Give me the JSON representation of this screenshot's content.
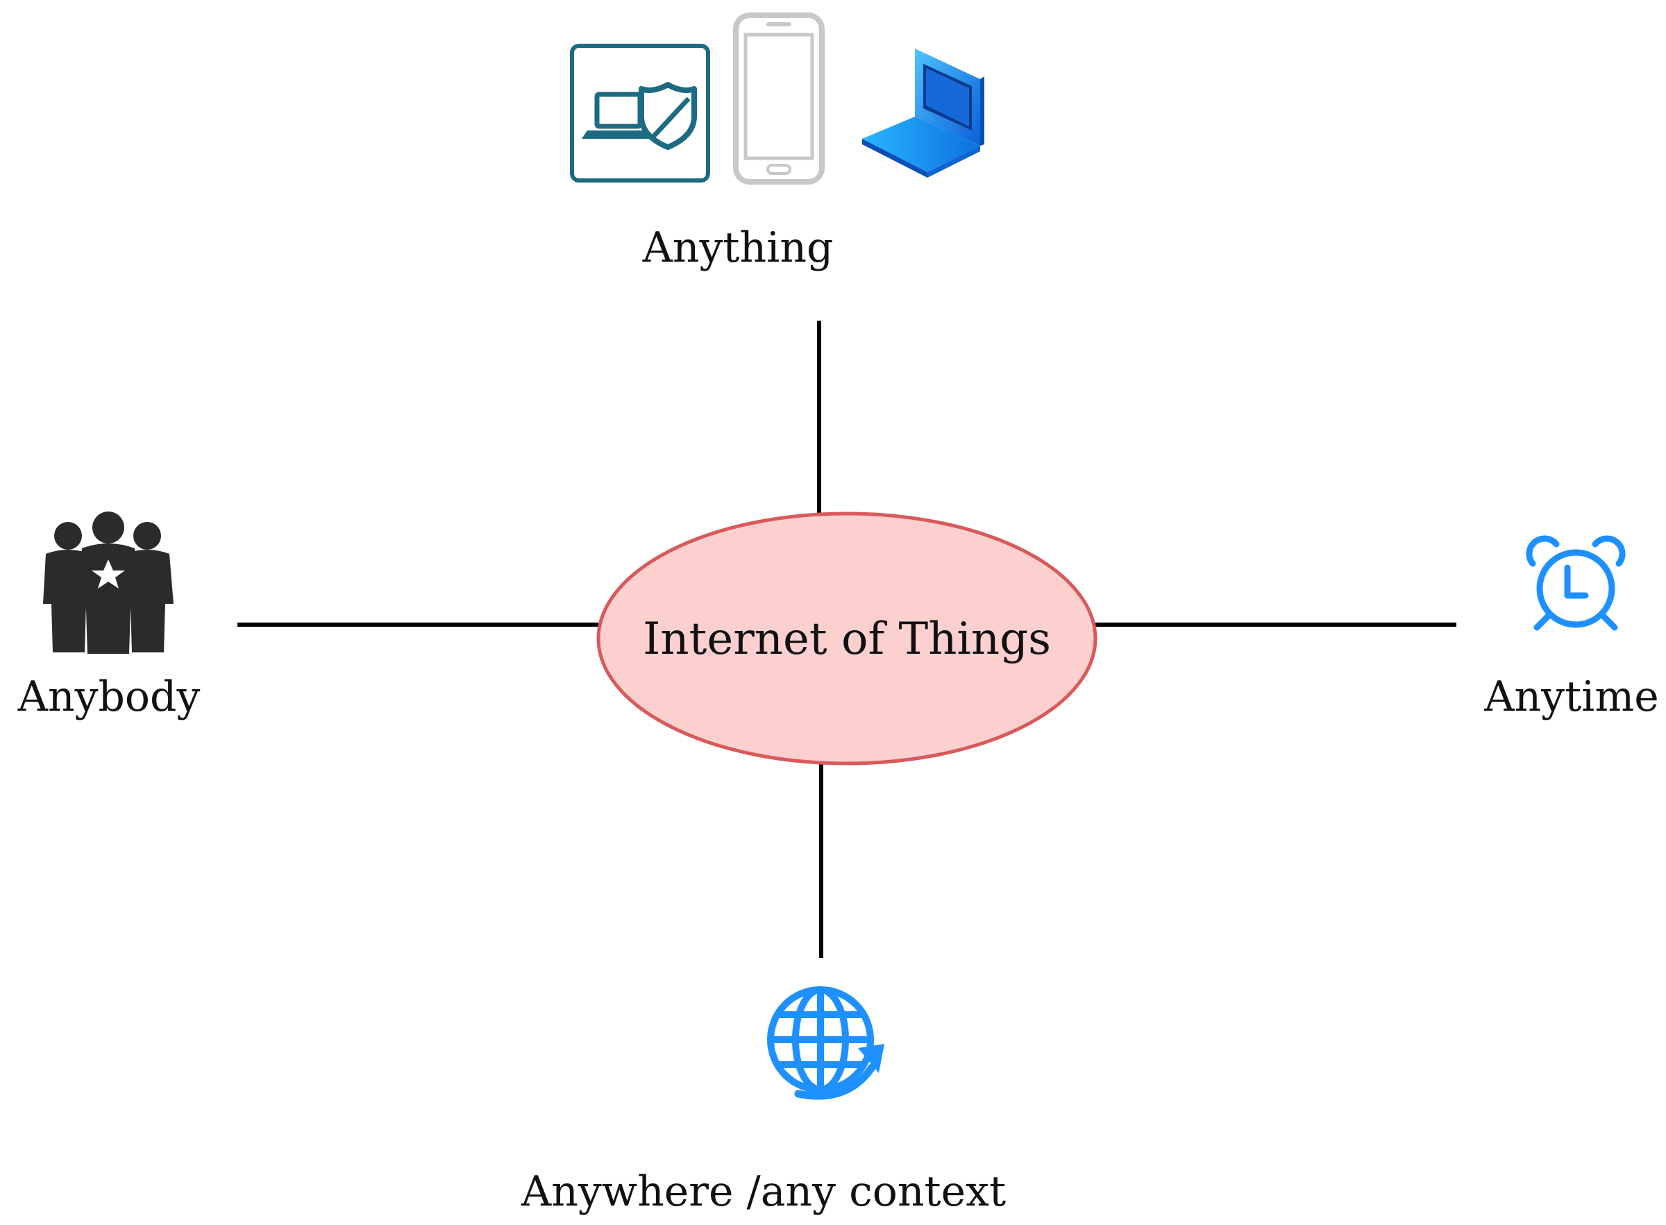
{
  "center": {
    "label": "Internet of Things"
  },
  "nodes": {
    "top": {
      "label": "Anything",
      "icons": [
        "laptop-shield-icon",
        "smartphone-icon",
        "laptop-icon"
      ]
    },
    "left": {
      "label": "Anybody",
      "icons": [
        "people-group-icon"
      ]
    },
    "right": {
      "label": "Anytime",
      "icons": [
        "alarm-clock-icon"
      ]
    },
    "bottom": {
      "label": "Anywhere /any context",
      "icons": [
        "globe-icon"
      ]
    }
  },
  "colors": {
    "ellipse_fill": "#fdd0d0",
    "ellipse_stroke": "#d85a5a",
    "connector": "#000000",
    "icon_blue": "#1e90ff",
    "icon_teal": "#1d6a83",
    "icon_dark": "#2b2b2b",
    "phone_gray": "#c8c8c8"
  }
}
